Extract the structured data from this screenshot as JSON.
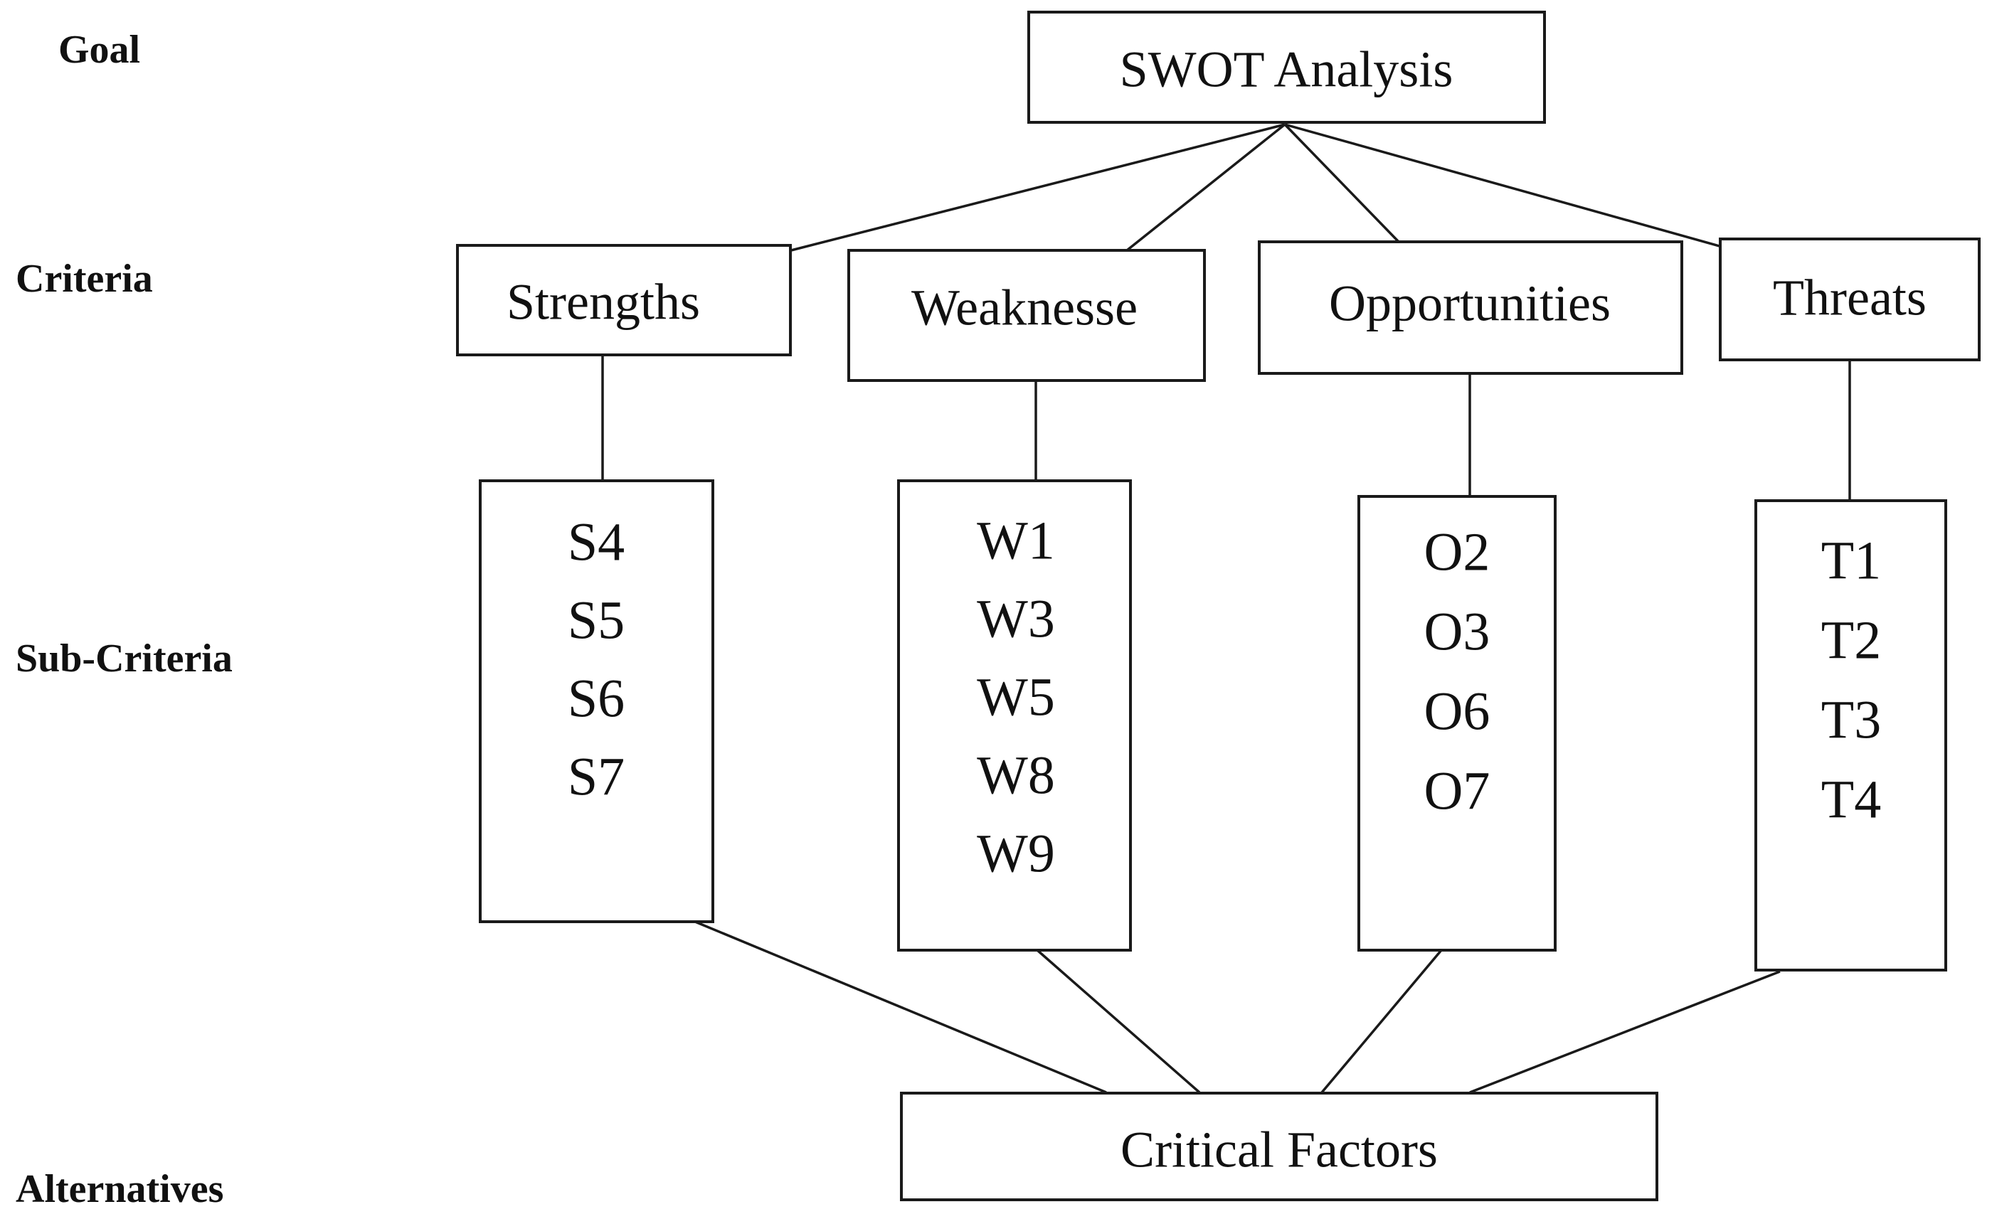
{
  "levels": {
    "goal": "Goal",
    "criteria": "Criteria",
    "sub_criteria": "Sub-Criteria",
    "alternatives": "Alternatives"
  },
  "goal": {
    "label": "SWOT Analysis"
  },
  "criteria": [
    {
      "label": "Strengths",
      "items": [
        "S4",
        "S5",
        "S6",
        "S7"
      ]
    },
    {
      "label": "Weaknesse",
      "items": [
        "W1",
        "W3",
        "W5",
        "W8",
        "W9"
      ]
    },
    {
      "label": "Opportunities",
      "items": [
        "O2",
        "O3",
        "O6",
        "O7"
      ]
    },
    {
      "label": "Threats",
      "items": [
        "T1",
        "T2",
        "T3",
        "T4"
      ]
    }
  ],
  "alternative": {
    "label": "Critical Factors"
  },
  "colors": {
    "stroke": "#1a1a1a",
    "background": "#ffffff",
    "text": "#111111"
  }
}
